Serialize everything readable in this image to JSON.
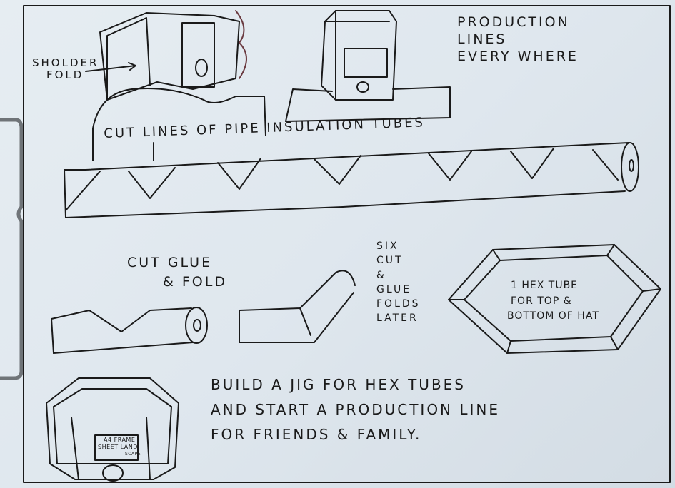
{
  "sketch": {
    "shoulder_label": [
      "SHOLDER",
      "FOLD"
    ],
    "headline": [
      "PRODUCTION",
      "LINES",
      "EVERY WHERE"
    ],
    "tube_caption": "CUT LINES OF PIPE INSULATION TUBES",
    "step1_caption": [
      "CUT GLUE",
      "& FOLD"
    ],
    "step2_caption": [
      "SIX",
      "CUT",
      "&",
      "GLUE",
      "FOLDS",
      "LATER"
    ],
    "hex_caption": [
      "1 HEX TUBE",
      "FOR TOP &",
      "BOTTOM OF HAT"
    ],
    "plan_text": [
      "BUILD A JIG FOR HEX TUBES",
      "AND START A PRODUCTION LINE",
      "FOR FRIENDS & FAMILY."
    ],
    "frame_label": [
      "A4 FRAME",
      "SHEET LAND",
      "SCAPE"
    ]
  },
  "colors": {
    "ink": "#1a1a1a",
    "paper": "#e2e9ef",
    "clip": "#7c7f82"
  }
}
